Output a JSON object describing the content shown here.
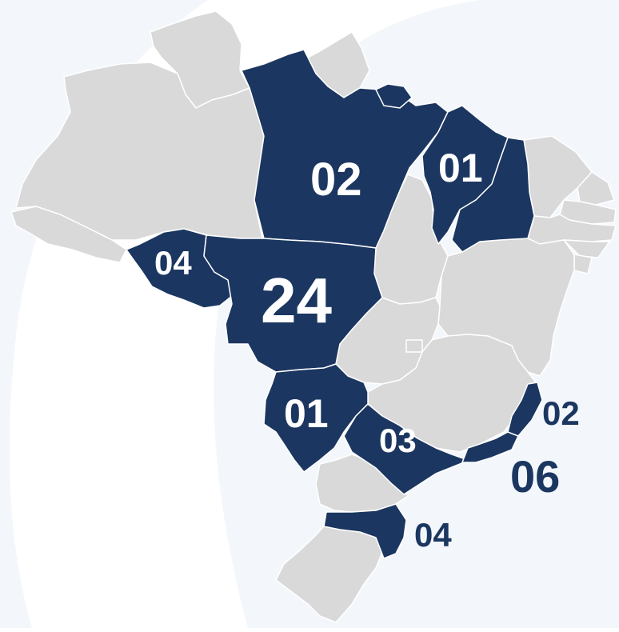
{
  "colors": {
    "highlight_fill": "#1b3660",
    "base_fill": "#d9d9d9",
    "border": "#ffffff",
    "background_arc": "#f3f7fc",
    "label_outside": "#1b3660",
    "label_inside": "#ffffff"
  },
  "map": {
    "region": "Brazil",
    "labels": {
      "para": "02",
      "maranhao_piaui": "01",
      "rondonia": "04",
      "mato_grosso": "24",
      "mato_grosso_sul": "01",
      "sao_paulo": "03",
      "espirito_santo": "02",
      "rio_de_janeiro": "06",
      "santa_catarina": "04"
    }
  }
}
